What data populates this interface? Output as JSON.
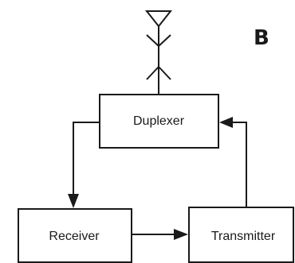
{
  "panel_label": "B",
  "blocks": {
    "duplexer": "Duplexer",
    "receiver": "Receiver",
    "transmitter": "Transmitter"
  },
  "colors": {
    "ink": "#1a1a1a",
    "background": "#ffffff"
  },
  "icons": {
    "antenna": "antenna-icon"
  }
}
